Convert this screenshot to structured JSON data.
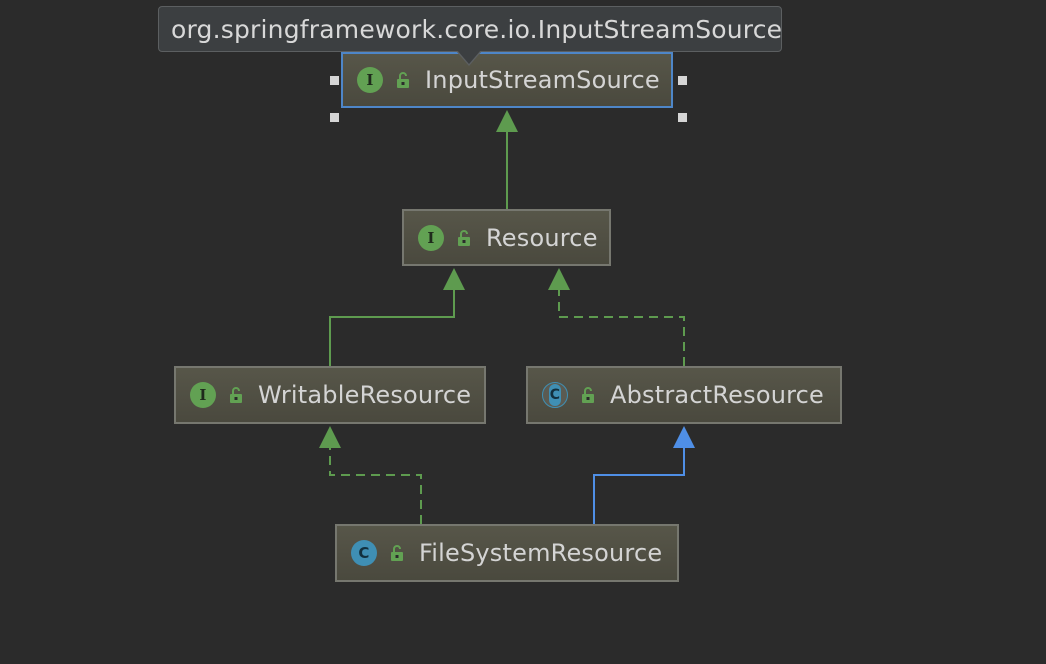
{
  "tooltip": {
    "text": "org.springframework.core.io.InputStreamSource"
  },
  "nodes": {
    "input_stream_source": {
      "label": "InputStreamSource",
      "kind": "interface",
      "badge": "I",
      "selected": true
    },
    "resource": {
      "label": "Resource",
      "kind": "interface",
      "badge": "I"
    },
    "writable_resource": {
      "label": "WritableResource",
      "kind": "interface",
      "badge": "I"
    },
    "abstract_resource": {
      "label": "AbstractResource",
      "kind": "abstract-class",
      "badge": "C"
    },
    "file_system_resource": {
      "label": "FileSystemResource",
      "kind": "class",
      "badge": "C"
    }
  },
  "edges": [
    {
      "from": "Resource",
      "to": "InputStreamSource",
      "relation": "extends"
    },
    {
      "from": "WritableResource",
      "to": "Resource",
      "relation": "extends"
    },
    {
      "from": "AbstractResource",
      "to": "Resource",
      "relation": "implements"
    },
    {
      "from": "FileSystemResource",
      "to": "WritableResource",
      "relation": "implements"
    },
    {
      "from": "FileSystemResource",
      "to": "AbstractResource",
      "relation": "extends"
    }
  ],
  "colors": {
    "background": "#2b2b2b",
    "interface_edge": "#5e9b4f",
    "class_extends_edge": "#4f8fe6",
    "selection": "#4e86c8"
  }
}
